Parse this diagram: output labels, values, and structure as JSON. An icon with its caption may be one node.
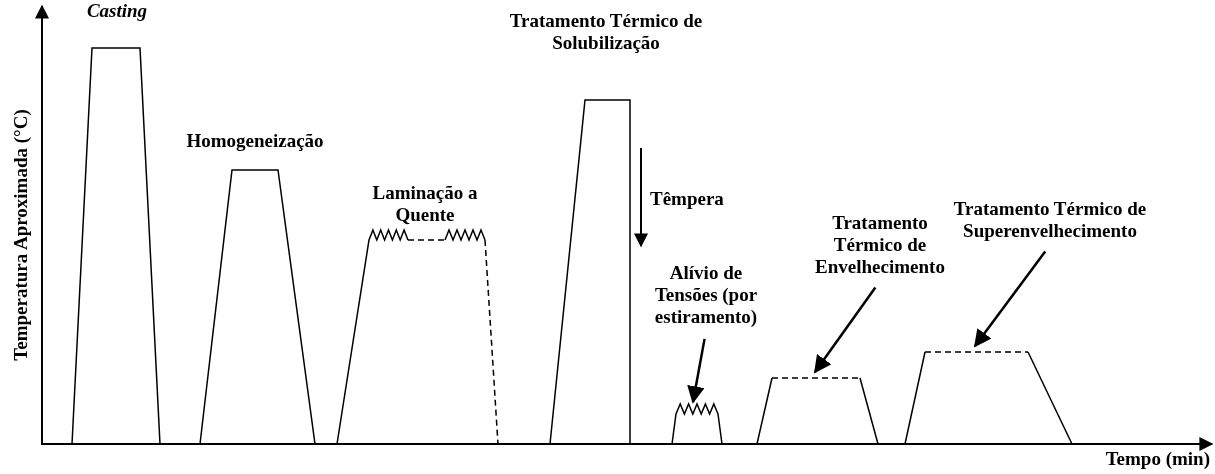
{
  "diagram": {
    "nodes": [
      {
        "text": [
          "Alívio de Tensões (por estiramento)"
        ]
      },
      {
        "text": [],
        "shape": "trapezoid"
      },
      {
        "text": [
          "Tratamento Térmico de Envelhecimento"
        ]
      },
      {
        "text": [],
        "shape": "trapezoid"
      },
      {
        "text": [
          "Tratamento Térmico de Superenvelhecimento"
        ]
      },
      {
        "text": [],
        "shape": "trapezoid"
      }
    ],
    "edges": [
      {
        "from": 0,
        "to": 1,
        "arrow": "to"
      },
      {
        "from": 2,
        "to": 3,
        "arrow": "to"
      },
      {
        "from": 4,
        "to": 5,
        "arrow": "to"
      }
    ],
    "labels": [
      "Casting",
      "Homogeneização",
      "Laminação a Quente",
      "Tratamento Térmico de Solubilização",
      "Têmpera",
      "Temperatura Aproximada (°C)",
      "Tempo (min)"
    ]
  }
}
